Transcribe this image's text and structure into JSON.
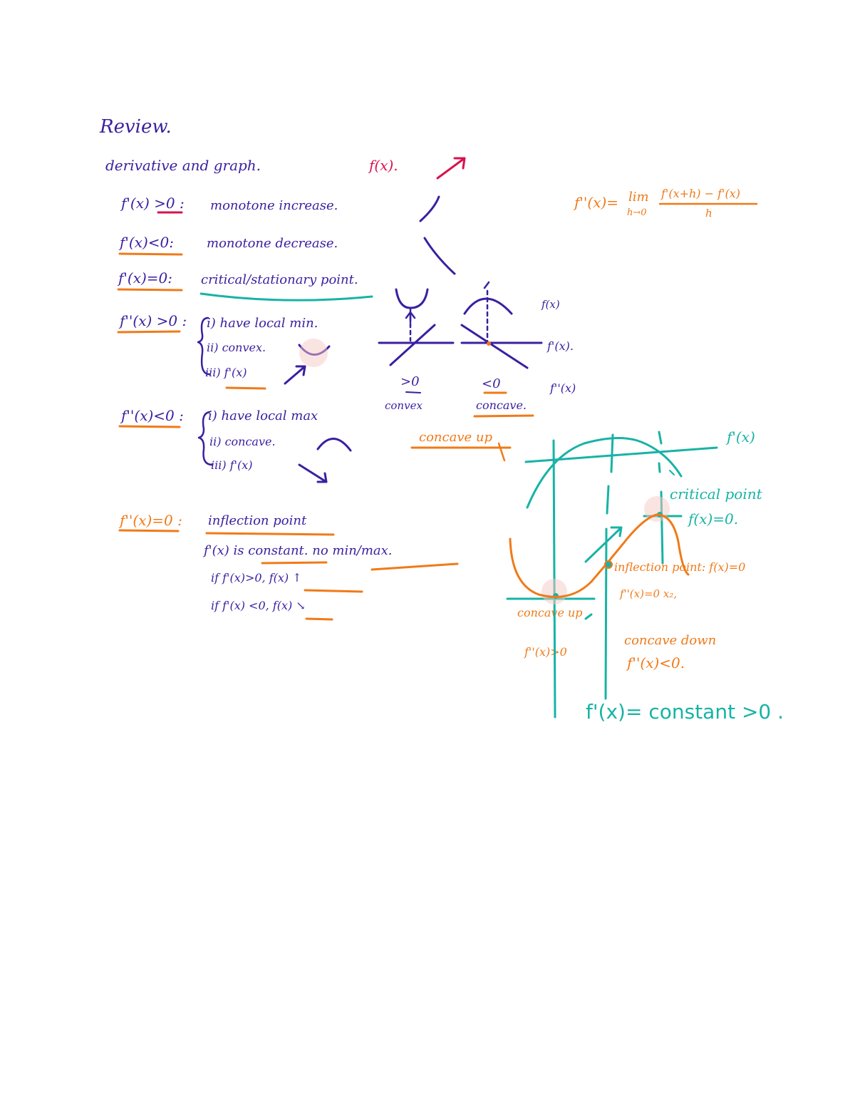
{
  "title": "Review.",
  "subtitle": "derivative and graph.",
  "rules": {
    "r1_cond": "f'(x) >0 :",
    "r1_text": "monotone increase.",
    "r2_cond": "f'(x)<0:",
    "r2_text": "monotone decrease.",
    "r3_cond": "f'(x)=0:",
    "r3_text": "critical/stationary point.",
    "r4_cond": "f''(x) >0 :",
    "r4_items": [
      "i) have local min.",
      "ii) convex.",
      "iii) f'(x)"
    ],
    "r5_cond": "f''(x)<0 :",
    "r5_items": [
      "i) have local max",
      "ii) concave.",
      "iii) f'(x)"
    ],
    "r6_cond": "f''(x)=0 :",
    "r6_text": "inflection point",
    "r6_line": "f'(x) is constant.  no min/max.",
    "r6_if1": "if  f'(x)>0,  f(x) ↑",
    "r6_if2": "if  f'(x) <0,  f(x) ↘"
  },
  "top_right": {
    "fx_label": "f(x).",
    "def_lhs": "f''(x)=",
    "def_lim": "lim",
    "def_sub": "h→0",
    "def_num": "f'(x+h) − f'(x)",
    "def_den": "h"
  },
  "mini_diagram": {
    "fx": "f(x)",
    "fpx": "f'(x).",
    "fppx": "f''(x)",
    "gt0": ">0",
    "lt0": "<0",
    "convex": "convex",
    "concave": "concave.",
    "concave_up": "concave up"
  },
  "big_diagram": {
    "fprime_label": "f'(x)",
    "critical_point": "critical point",
    "critical_eq": "f(x)=0.",
    "inflection": "inflection point: f(x)=0",
    "f2_eq": "f''(x)=0  x₂,",
    "concave_up": "concave up",
    "fpp_pos": "f''(x)>0",
    "concave_down": "concave down",
    "fpp_neg": "f''(x)<0.",
    "constant": "f'(x)= constant >0 ."
  },
  "colors": {
    "purple": "#3a1fa0",
    "orange": "#f07a18",
    "teal": "#17b3a5",
    "red": "#d8124c"
  }
}
